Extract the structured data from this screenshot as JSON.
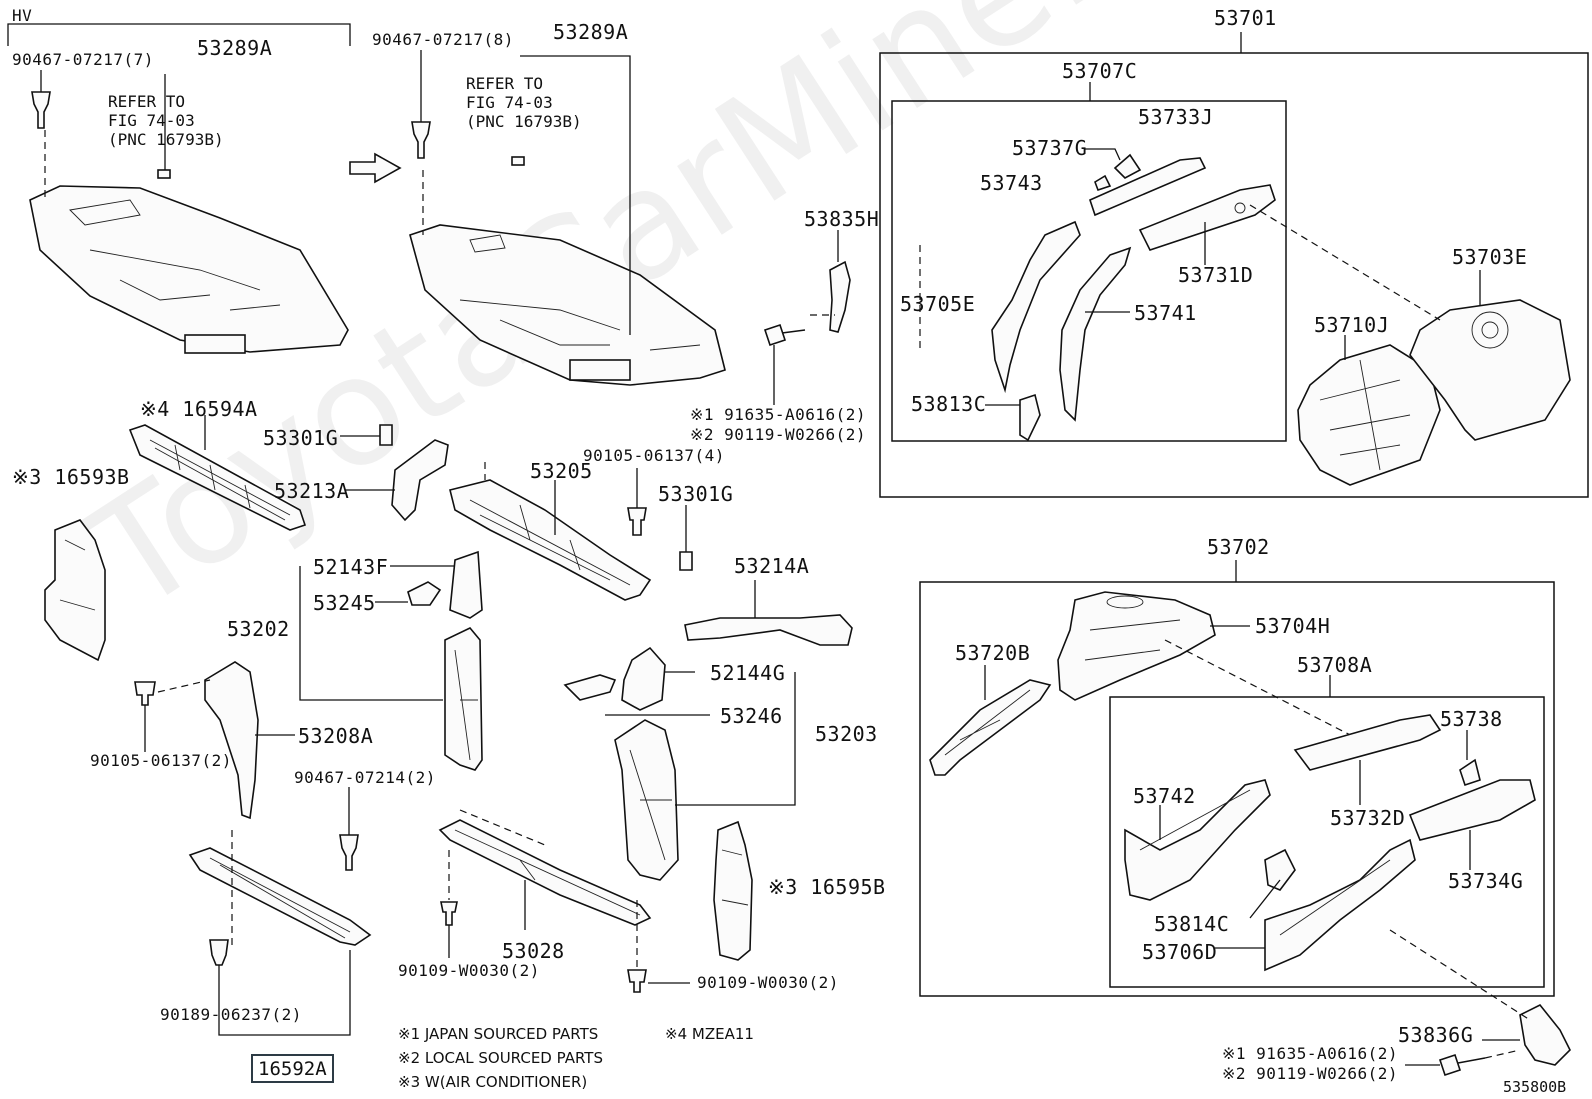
{
  "watermark": "ToyotaCarMine.ru",
  "diagram_id": "535800B",
  "hv_label": "HV",
  "refer_note_1": "REFER TO\nFIG 74-03\n(PNC 16793B)",
  "refer_note_2": "REFER TO\nFIG 74-03\n(PNC 16793B)",
  "highlighted_part": "16592A",
  "legend": [
    "※1  JAPAN SOURCED PARTS",
    "※2  LOCAL SOURCED PARTS",
    "※3  W(AIR CONDITIONER)",
    "※4 MZEA11"
  ],
  "labels": {
    "p90467_07217_7": "90467-07217(7)",
    "p53289A_1": "53289A",
    "p90467_07217_8": "90467-07217(8)",
    "p53289A_2": "53289A",
    "p53701": "53701",
    "p53707C": "53707C",
    "p53733J": "53733J",
    "p53737G": "53737G",
    "p53743": "53743",
    "p53835H": "53835H",
    "p53731D": "53731D",
    "p53703E": "53703E",
    "p53705E": "53705E",
    "p53741": "53741",
    "p53710J": "53710J",
    "p53813C": "53813C",
    "p91635_A0616_top": "※1 91635-A0616(2)",
    "p90119_W0266_top": "※2 90119-W0266(2)",
    "p16594A": "※4 16594A",
    "p16593B": "※3 16593B",
    "p53301G_1": "53301G",
    "p53213A": "53213A",
    "p90105_06137_4": "90105-06137(4)",
    "p53205": "53205",
    "p53301G_2": "53301G",
    "p52143F": "52143F",
    "p53245": "53245",
    "p53214A": "53214A",
    "p53202": "53202",
    "p52144G": "52144G",
    "p53246": "53246",
    "p53203": "53203",
    "p53208A": "53208A",
    "p90105_06137_2": "90105-06137(2)",
    "p90467_07214_2": "90467-07214(2)",
    "p16595B": "※3 16595B",
    "p53028": "53028",
    "p90109_W0030_a": "90109-W0030(2)",
    "p90109_W0030_b": "90109-W0030(2)",
    "p90189_06237": "90189-06237(2)",
    "p53702": "53702",
    "p53704H": "53704H",
    "p53720B": "53720B",
    "p53708A": "53708A",
    "p53738": "53738",
    "p53742": "53742",
    "p53732D": "53732D",
    "p53734G": "53734G",
    "p53814C": "53814C",
    "p53706D": "53706D",
    "p53836G": "53836G",
    "p91635_A0616_bot": "※1 91635-A0616(2)",
    "p90119_W0266_bot": "※2 90119-W0266(2)"
  }
}
